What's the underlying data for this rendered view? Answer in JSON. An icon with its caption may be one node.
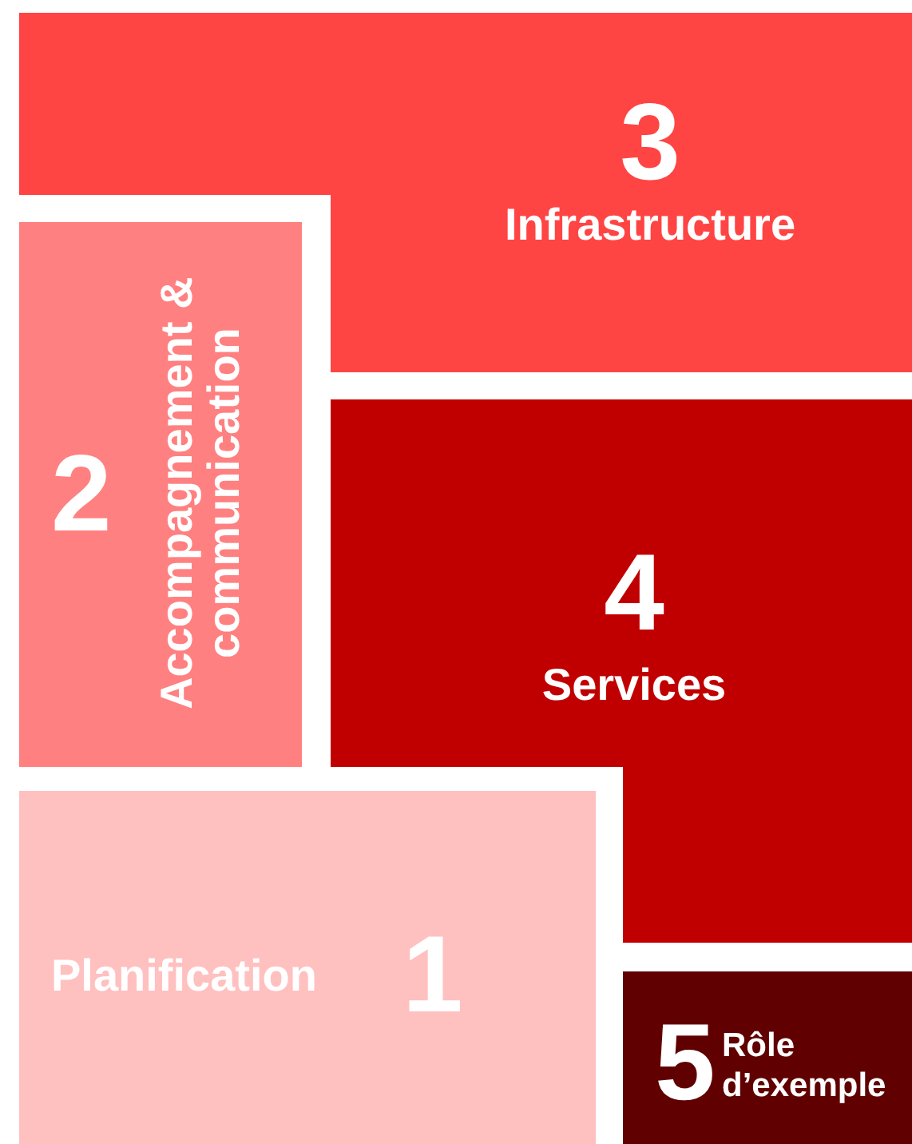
{
  "diagram": {
    "nodes": [
      {
        "text": [
          "3",
          "Infrastructure"
        ]
      },
      {
        "text": [
          "2",
          "Accompagnement & communication"
        ]
      },
      {
        "text": [
          "4",
          "Services"
        ]
      },
      {
        "text": [
          "Planification",
          "1"
        ]
      },
      {
        "text": [
          "5",
          "Rôle d’exemple"
        ]
      }
    ]
  }
}
